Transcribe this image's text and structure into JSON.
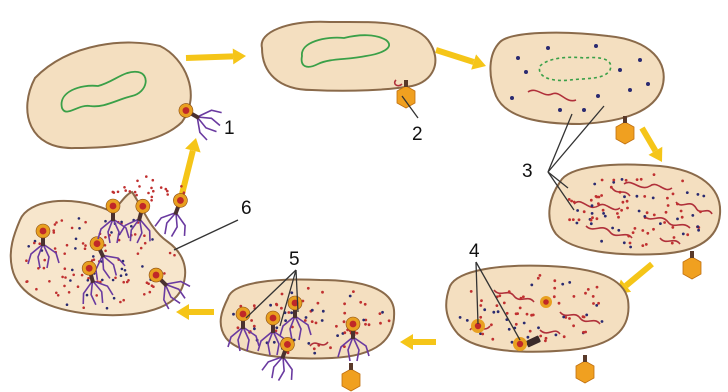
{
  "labels": [
    "1",
    "2",
    "3",
    "4",
    "5",
    "6"
  ],
  "colors": {
    "cell_fill": "#f4dfc0",
    "cell_stroke": "#8a6a4a",
    "dna_circular": "#3aa048",
    "phage_dna": "#b0303a",
    "phage_head": "#e8a020",
    "phage_core": "#c02828",
    "tail_fibers": "#6a3aa0",
    "arrow": "#f5c518",
    "dots_blue": "#2a2a70",
    "dots_red": "#c03030",
    "pointer_lines": "#333333"
  }
}
